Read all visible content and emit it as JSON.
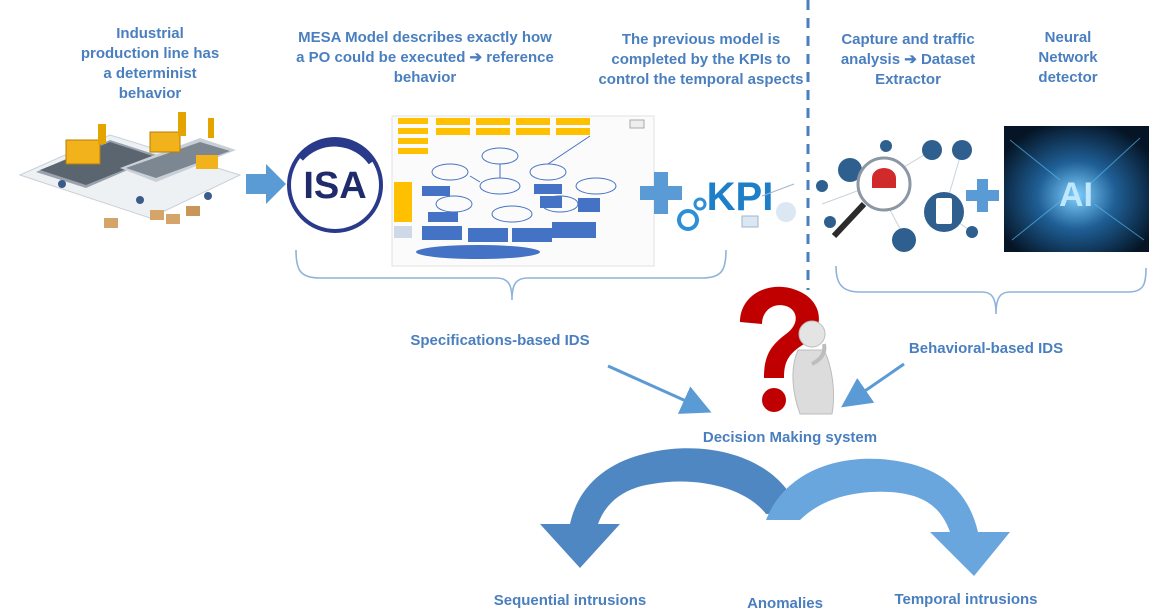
{
  "labels": {
    "industrial": "Industrial production line has a determinist behavior",
    "mesa": "MESA Model describes exactly how a PO could be executed ➔ reference behavior",
    "kpi_note": "The previous model is completed by the KPIs to control the temporal aspects",
    "capture": "Capture and traffic analysis ➔ Dataset Extractor",
    "neural": "Neural Network detector",
    "spec_ids": "Specifications-based IDS",
    "behav_ids": "Behavioral-based IDS",
    "decision": "Decision Making system",
    "sequential": "Sequential intrusions",
    "anomalies": "Anomalies",
    "temporal": "Temporal intrusions"
  },
  "images": {
    "isa_logo": "ISA",
    "kpi_logo": "KPI",
    "ai_logo": "AI"
  },
  "colors": {
    "label_blue": "#4a7fbf",
    "arrow_blue": "#5b9bd5",
    "curve_blue": "#4f87c3",
    "question_red": "#c00000",
    "yellow_box": "#ffc000"
  }
}
